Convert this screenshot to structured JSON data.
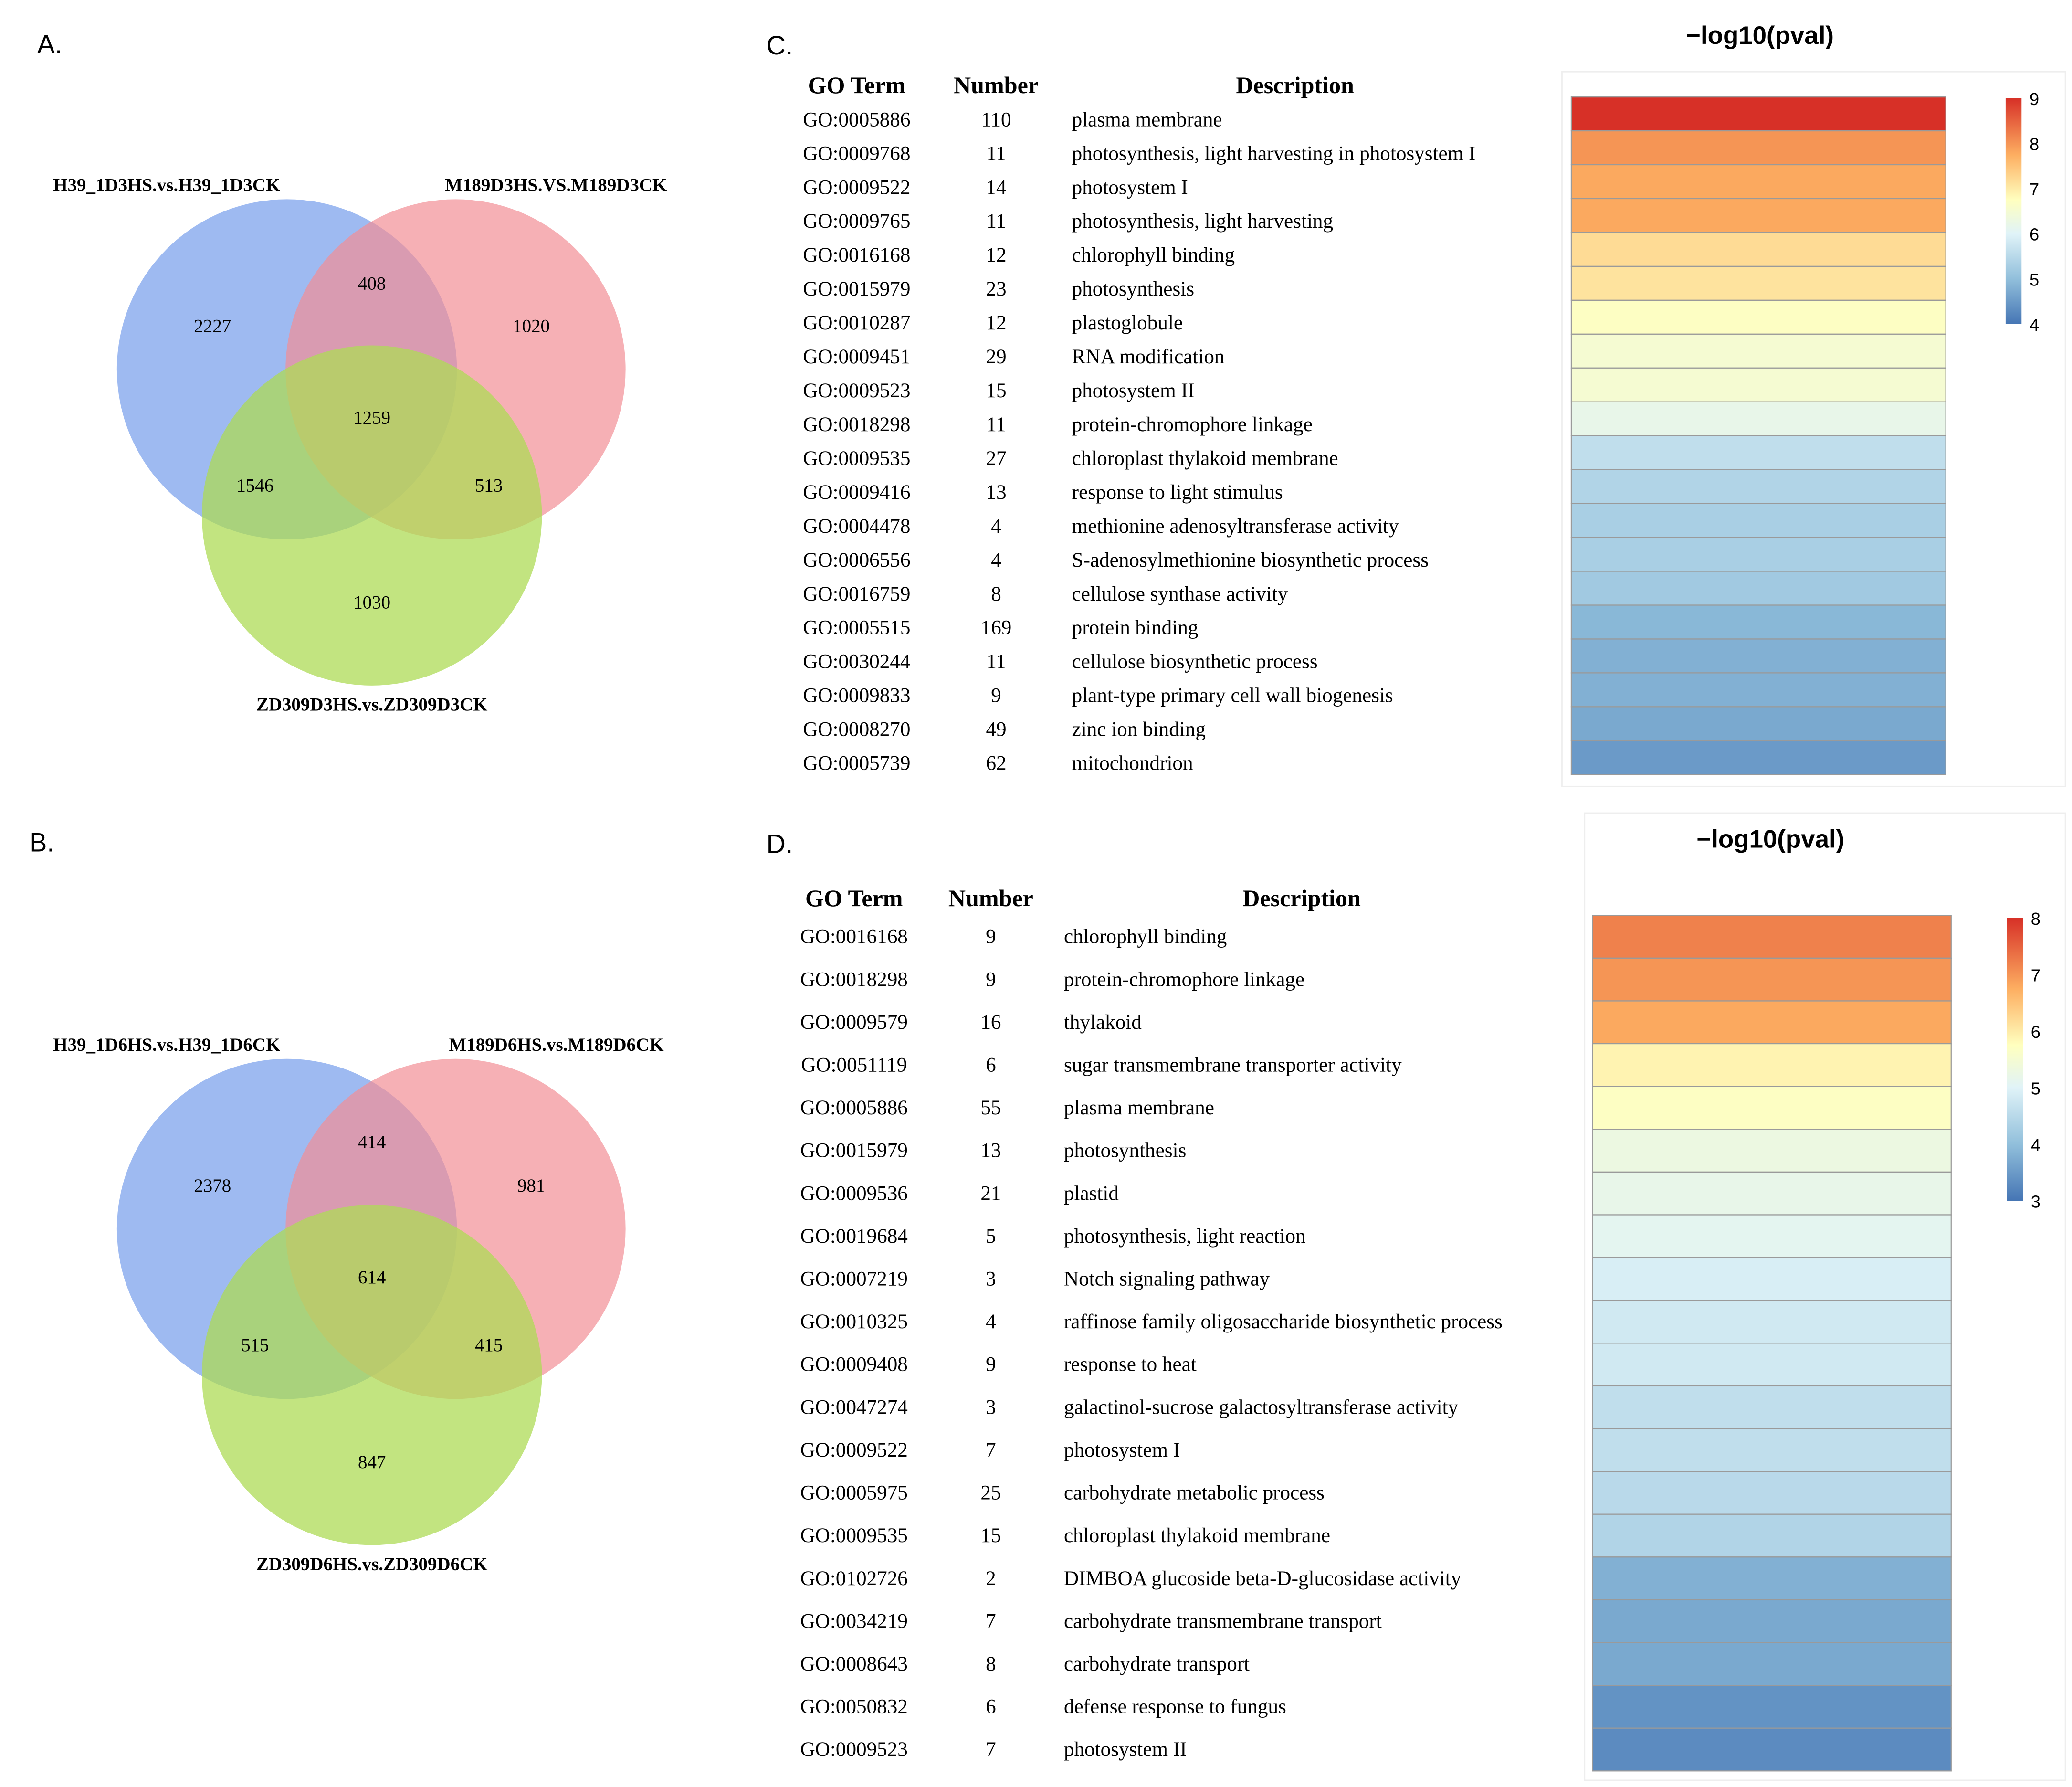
{
  "panels": {
    "A": "A.",
    "B": "B.",
    "C": "C.",
    "D": "D."
  },
  "colors": {
    "circle_blue": "#7da3ec",
    "circle_red": "#f28f95",
    "circle_green": "#aedb56",
    "heat_high": "#d73027",
    "heat_mid": "#ffffbf",
    "heat_low": "#4575b4"
  },
  "chart_data": [
    {
      "panel": "A",
      "type": "venn",
      "sets": [
        "H39_1D3HS.vs.H39_1D3CK",
        "M189D3HS.VS.M189D3CK",
        "ZD309D3HS.vs.ZD309D3CK"
      ],
      "regions": {
        "only_1": 2227,
        "only_2": 1020,
        "only_3": 1030,
        "1_2": 408,
        "1_3": 1546,
        "2_3": 513,
        "1_2_3": 1259
      }
    },
    {
      "panel": "B",
      "type": "venn",
      "sets": [
        "H39_1D6HS.vs.H39_1D6CK",
        "M189D6HS.vs.M189D6CK",
        "ZD309D6HS.vs.ZD309D6CK"
      ],
      "regions": {
        "only_1": 2378,
        "only_2": 981,
        "only_3": 847,
        "1_2": 414,
        "1_3": 515,
        "2_3": 415,
        "1_2_3": 614
      }
    },
    {
      "panel": "C",
      "type": "heatmap",
      "title": "−log10(pval)",
      "columns": [
        "GO Term",
        "Number",
        "Description"
      ],
      "colorbar": {
        "min": 4,
        "max": 9,
        "ticks": [
          9,
          8,
          7,
          6,
          5,
          4
        ]
      },
      "rows": [
        {
          "go": "GO:0005886",
          "number": 110,
          "description": "plasma membrane",
          "value": 9.0
        },
        {
          "go": "GO:0009768",
          "number": 11,
          "description": "photosynthesis, light harvesting in photosystem I",
          "value": 8.0
        },
        {
          "go": "GO:0009522",
          "number": 14,
          "description": "photosystem I",
          "value": 7.8
        },
        {
          "go": "GO:0009765",
          "number": 11,
          "description": "photosynthesis, light harvesting",
          "value": 7.8
        },
        {
          "go": "GO:0016168",
          "number": 12,
          "description": "chlorophyll binding",
          "value": 7.2
        },
        {
          "go": "GO:0015979",
          "number": 23,
          "description": "photosynthesis",
          "value": 7.1
        },
        {
          "go": "GO:0010287",
          "number": 12,
          "description": "plastoglobule",
          "value": 6.7
        },
        {
          "go": "GO:0009451",
          "number": 29,
          "description": "RNA modification",
          "value": 6.5
        },
        {
          "go": "GO:0009523",
          "number": 15,
          "description": "photosystem II",
          "value": 6.5
        },
        {
          "go": "GO:0018298",
          "number": 11,
          "description": "protein-chromophore linkage",
          "value": 6.2
        },
        {
          "go": "GO:0009535",
          "number": 27,
          "description": "chloroplast thylakoid membrane",
          "value": 5.6
        },
        {
          "go": "GO:0009416",
          "number": 13,
          "description": "response to light stimulus",
          "value": 5.4
        },
        {
          "go": "GO:0004478",
          "number": 4,
          "description": "methionine adenosyltransferase activity",
          "value": 5.3
        },
        {
          "go": "GO:0006556",
          "number": 4,
          "description": "S-adenosylmethionine biosynthetic process",
          "value": 5.3
        },
        {
          "go": "GO:0016759",
          "number": 8,
          "description": "cellulose synthase activity",
          "value": 5.2
        },
        {
          "go": "GO:0005515",
          "number": 169,
          "description": "protein binding",
          "value": 4.9
        },
        {
          "go": "GO:0030244",
          "number": 11,
          "description": "cellulose biosynthetic process",
          "value": 4.8
        },
        {
          "go": "GO:0009833",
          "number": 9,
          "description": "plant-type primary cell wall biogenesis",
          "value": 4.8
        },
        {
          "go": "GO:0008270",
          "number": 49,
          "description": "zinc ion binding",
          "value": 4.7
        },
        {
          "go": "GO:0005739",
          "number": 62,
          "description": "mitochondrion",
          "value": 4.5
        }
      ]
    },
    {
      "panel": "D",
      "type": "heatmap",
      "title": "−log10(pval)",
      "columns": [
        "GO Term",
        "Number",
        "Description"
      ],
      "colorbar": {
        "min": 3,
        "max": 8,
        "ticks": [
          8,
          7,
          6,
          5,
          4,
          3
        ]
      },
      "rows": [
        {
          "go": "GO:0016168",
          "number": 9,
          "description": "chlorophyll binding",
          "value": 7.2
        },
        {
          "go": "GO:0018298",
          "number": 9,
          "description": "protein-chromophore linkage",
          "value": 7.0
        },
        {
          "go": "GO:0009579",
          "number": 16,
          "description": "thylakoid",
          "value": 6.8
        },
        {
          "go": "GO:0051119",
          "number": 6,
          "description": "sugar transmembrane transporter activity",
          "value": 5.9
        },
        {
          "go": "GO:0005886",
          "number": 55,
          "description": "plasma membrane",
          "value": 5.7
        },
        {
          "go": "GO:0015979",
          "number": 13,
          "description": "photosynthesis",
          "value": 5.3
        },
        {
          "go": "GO:0009536",
          "number": 21,
          "description": "plastid",
          "value": 5.2
        },
        {
          "go": "GO:0019684",
          "number": 5,
          "description": "photosynthesis, light reaction",
          "value": 5.1
        },
        {
          "go": "GO:0007219",
          "number": 3,
          "description": "Notch signaling pathway",
          "value": 4.9
        },
        {
          "go": "GO:0010325",
          "number": 4,
          "description": "raffinose family oligosaccharide biosynthetic process",
          "value": 4.8
        },
        {
          "go": "GO:0009408",
          "number": 9,
          "description": "response to heat",
          "value": 4.8
        },
        {
          "go": "GO:0047274",
          "number": 3,
          "description": "galactinol-sucrose galactosyltransferase activity",
          "value": 4.6
        },
        {
          "go": "GO:0009522",
          "number": 7,
          "description": "photosystem I",
          "value": 4.6
        },
        {
          "go": "GO:0005975",
          "number": 25,
          "description": "carbohydrate metabolic process",
          "value": 4.5
        },
        {
          "go": "GO:0009535",
          "number": 15,
          "description": "chloroplast thylakoid membrane",
          "value": 4.4
        },
        {
          "go": "GO:0102726",
          "number": 2,
          "description": "DIMBOA glucoside beta-D-glucosidase activity",
          "value": 3.8
        },
        {
          "go": "GO:0034219",
          "number": 7,
          "description": "carbohydrate transmembrane transport",
          "value": 3.7
        },
        {
          "go": "GO:0008643",
          "number": 8,
          "description": "carbohydrate transport",
          "value": 3.7
        },
        {
          "go": "GO:0050832",
          "number": 6,
          "description": "defense response to fungus",
          "value": 3.4
        },
        {
          "go": "GO:0009523",
          "number": 7,
          "description": "photosystem II",
          "value": 3.3
        }
      ]
    }
  ]
}
